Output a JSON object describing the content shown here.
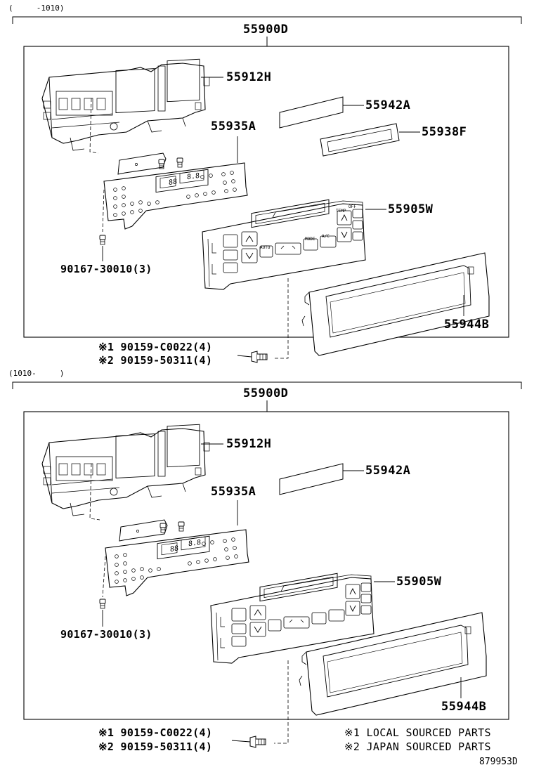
{
  "sections": [
    {
      "range": "(     -1010)",
      "assembly": "55900D",
      "parts": [
        "55912H",
        "55942A",
        "55935A",
        "55938F",
        "55905W",
        "55944B",
        "90167-30010(3)"
      ],
      "screws": [
        "※1 90159-C0022(4)",
        "※2 90159-50311(4)"
      ]
    },
    {
      "range": "(1010-     )",
      "assembly": "55900D",
      "parts": [
        "55912H",
        "55942A",
        "55935A",
        "55905W",
        "55944B",
        "90167-30010(3)"
      ],
      "screws": [
        "※1 90159-C0022(4)",
        "※2 90159-50311(4)"
      ]
    }
  ],
  "legend": [
    "※1 LOCAL SOURCED PARTS",
    "※2 JAPAN SOURCED PARTS"
  ],
  "illustration_number": "879953D",
  "panel_buttons": {
    "temp": "TEMP",
    "off": "OFF",
    "auto": "AUTO",
    "mode": "MODE",
    "a_c": "A/C"
  }
}
